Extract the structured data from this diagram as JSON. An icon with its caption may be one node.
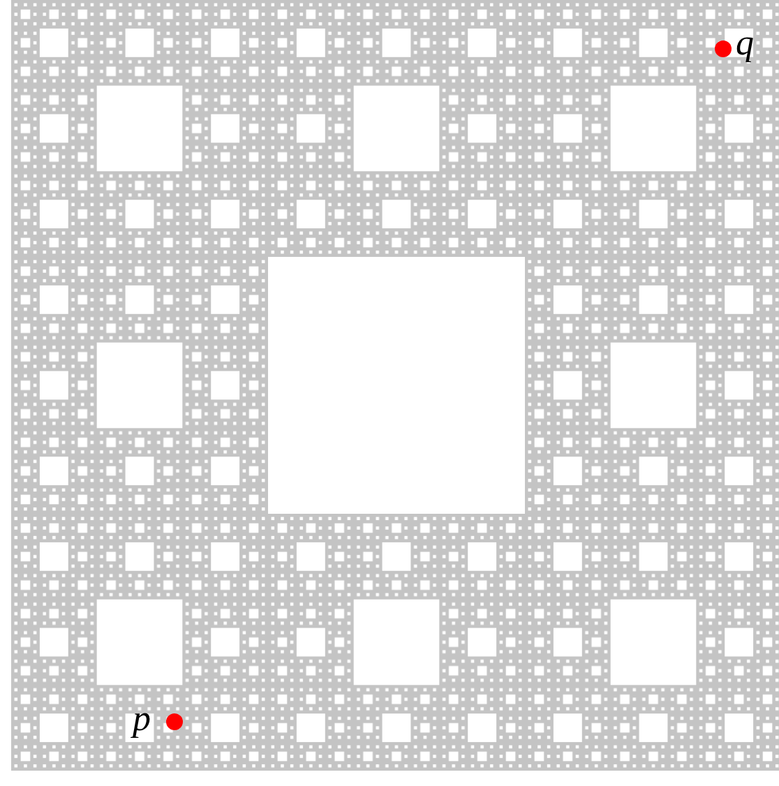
{
  "diagram": {
    "nodes": [
      {
        "text": [],
        "shape": "circle",
        "beside": [
          "q"
        ]
      },
      {
        "text": [],
        "shape": "circle",
        "beside": [
          "p"
        ]
      }
    ]
  }
}
